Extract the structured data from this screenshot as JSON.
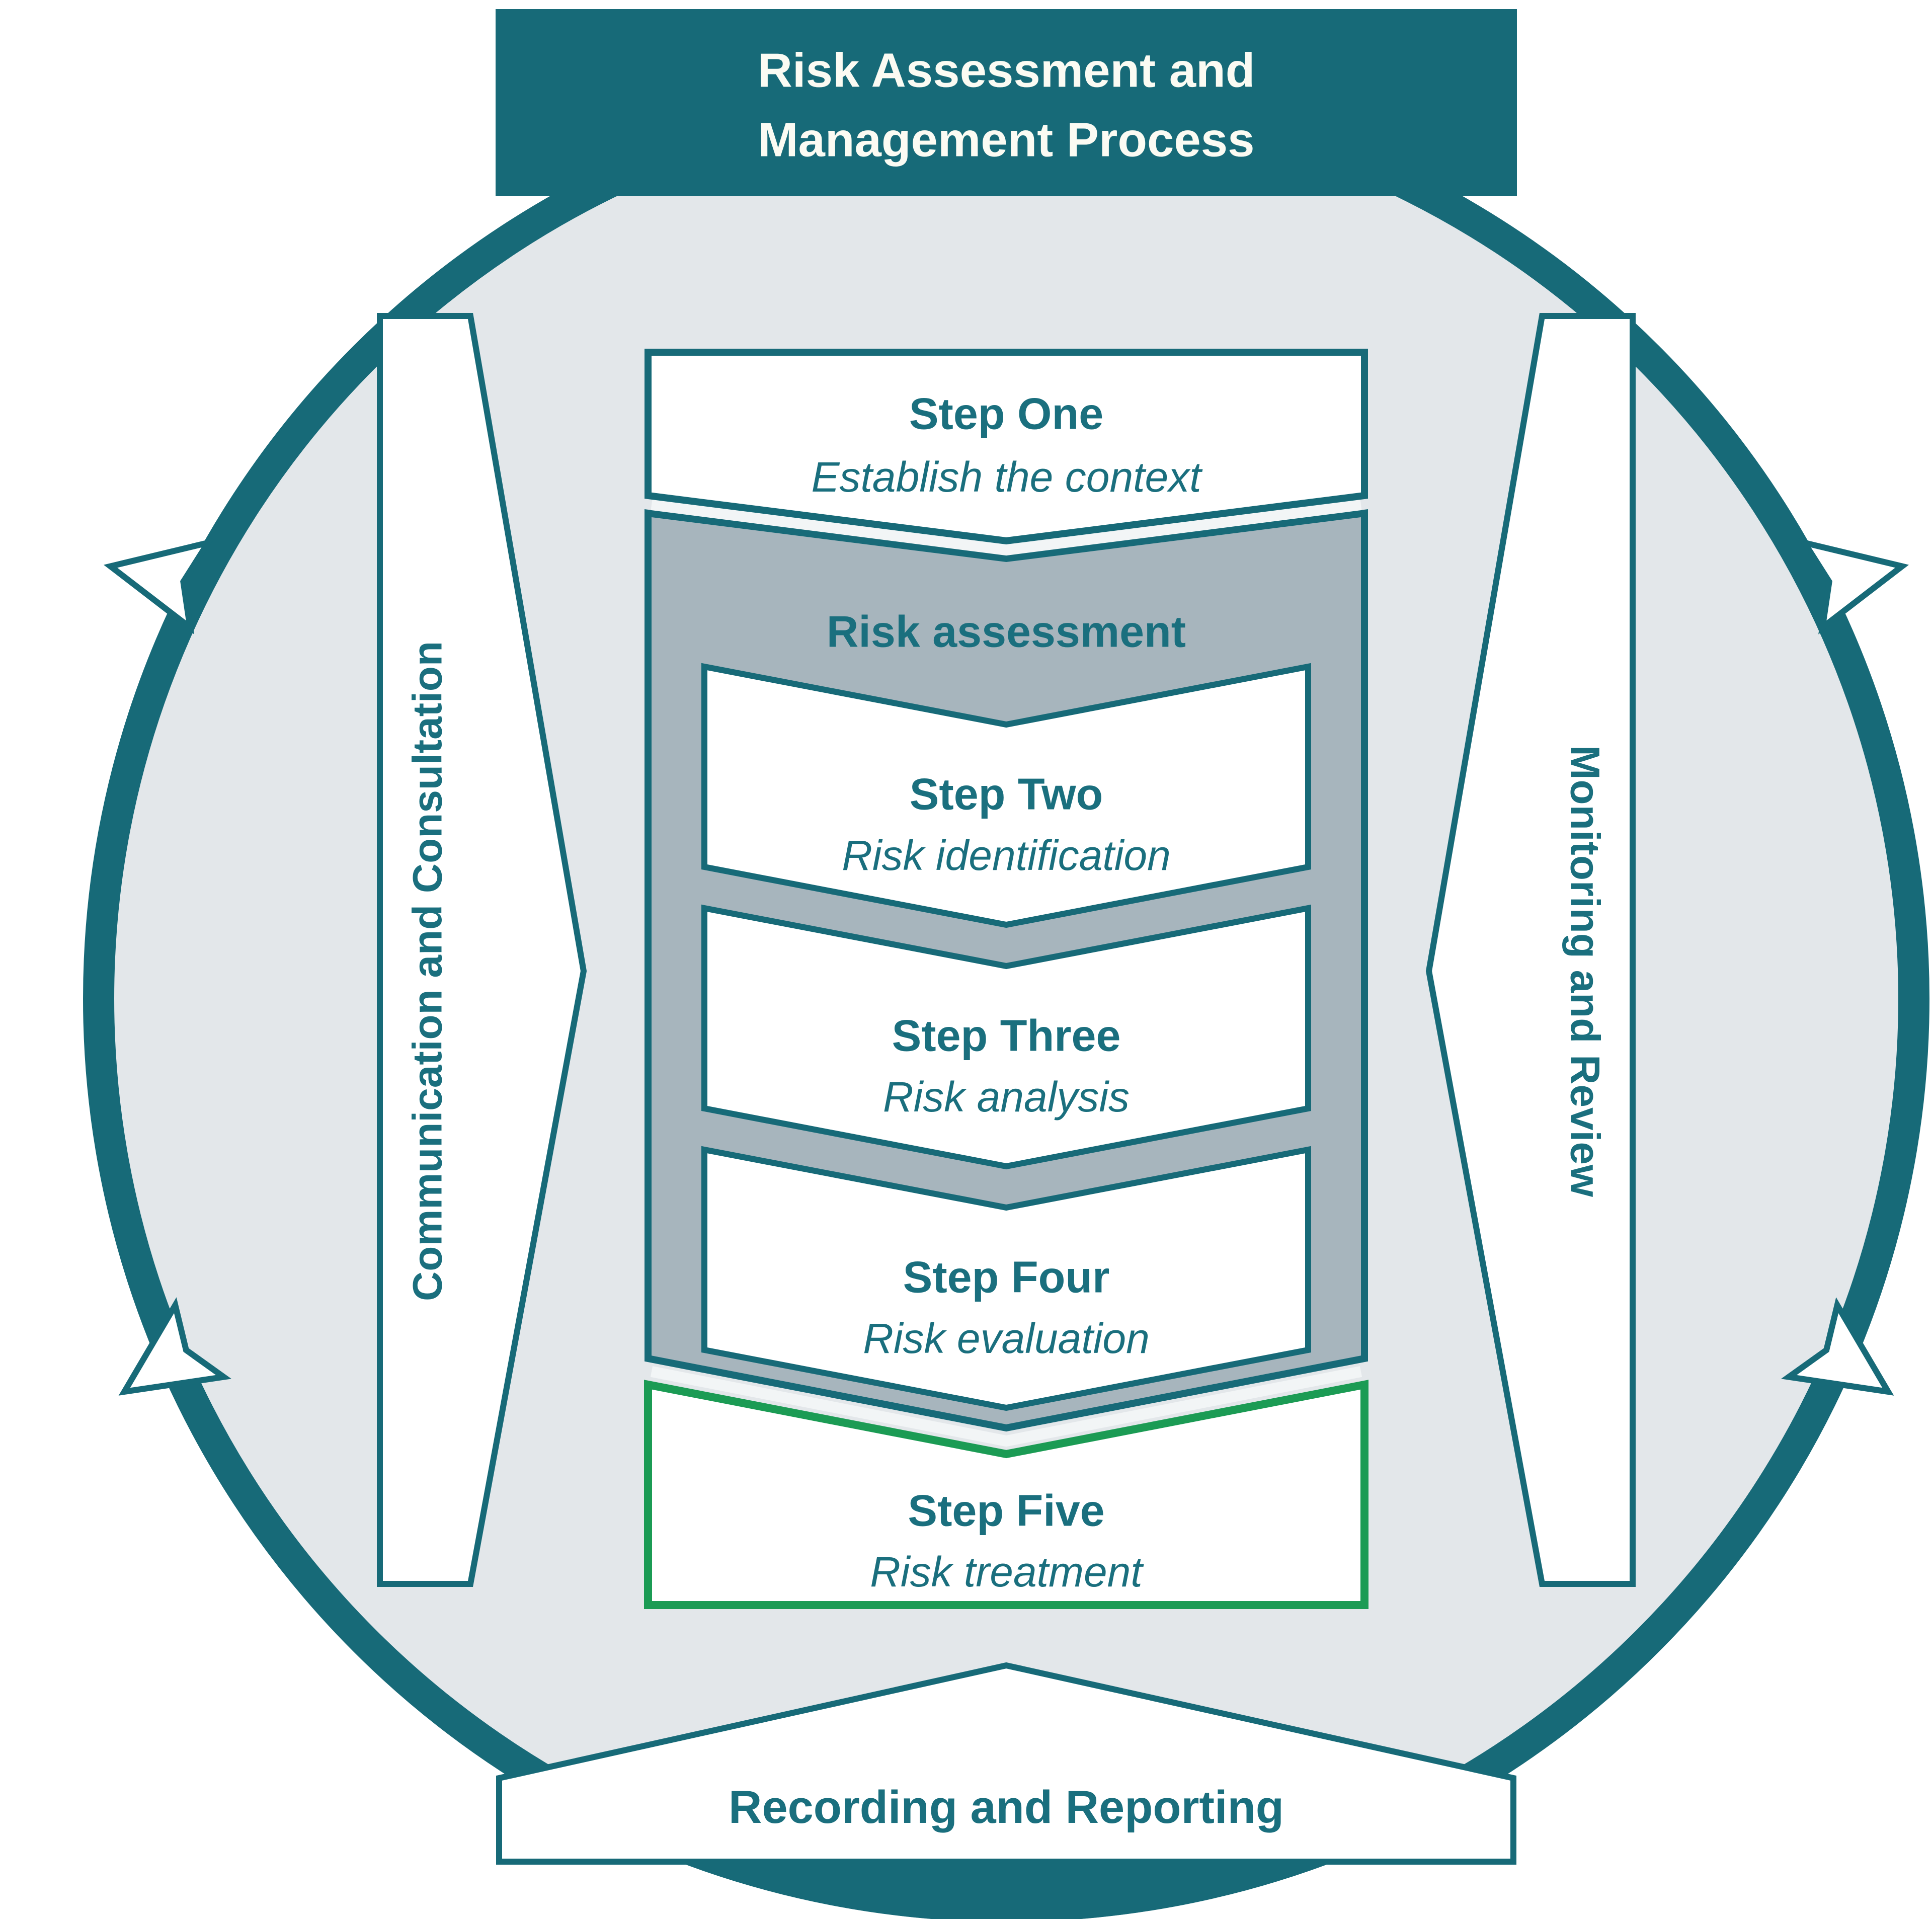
{
  "title": {
    "line1": "Risk Assessment and",
    "line2": "Management Process"
  },
  "left_banner": {
    "label": "Communication and Consultation"
  },
  "right_banner": {
    "label": "Monitoring and Review"
  },
  "bottom_banner": {
    "label": "Recording and Reporting"
  },
  "assessment_group": {
    "label": "Risk assessment"
  },
  "steps": [
    {
      "name": "Step One",
      "description": "Establish the context"
    },
    {
      "name": "Step Two",
      "description": "Risk identification"
    },
    {
      "name": "Step Three",
      "description": "Risk analysis"
    },
    {
      "name": "Step Four",
      "description": "Risk evaluation"
    },
    {
      "name": "Step Five",
      "description": "Risk treatment"
    }
  ],
  "colors": {
    "teal": "#176a78",
    "teal_text": "#1a6f7e",
    "gray": "#a7b5bd",
    "light_fill": "#e3e7ea",
    "green": "#1b9b54",
    "white": "#ffffff"
  }
}
